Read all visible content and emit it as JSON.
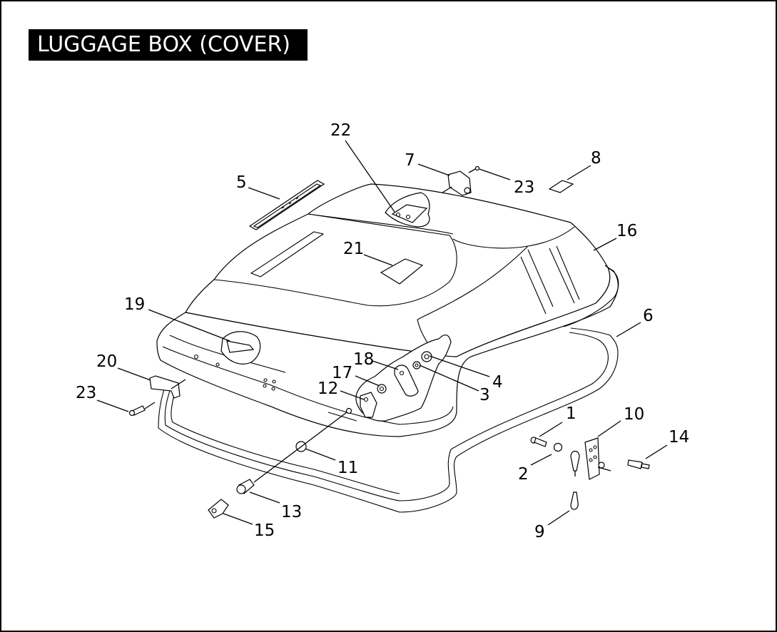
{
  "title": "LUGGAGE BOX (COVER)",
  "callouts": [
    {
      "id": "c1",
      "text": "1"
    },
    {
      "id": "c2",
      "text": "2"
    },
    {
      "id": "c3",
      "text": "3"
    },
    {
      "id": "c4",
      "text": "4"
    },
    {
      "id": "c5",
      "text": "5"
    },
    {
      "id": "c6",
      "text": "6"
    },
    {
      "id": "c7",
      "text": "7"
    },
    {
      "id": "c8",
      "text": "8"
    },
    {
      "id": "c9",
      "text": "9"
    },
    {
      "id": "c10",
      "text": "10"
    },
    {
      "id": "c11",
      "text": "11"
    },
    {
      "id": "c12",
      "text": "12"
    },
    {
      "id": "c13",
      "text": "13"
    },
    {
      "id": "c14",
      "text": "14"
    },
    {
      "id": "c15",
      "text": "15"
    },
    {
      "id": "c16",
      "text": "16"
    },
    {
      "id": "c17",
      "text": "17"
    },
    {
      "id": "c18",
      "text": "18"
    },
    {
      "id": "c19",
      "text": "19"
    },
    {
      "id": "c20",
      "text": "20"
    },
    {
      "id": "c21",
      "text": "21"
    },
    {
      "id": "c22",
      "text": "22"
    },
    {
      "id": "c23a",
      "text": "23"
    },
    {
      "id": "c23b",
      "text": "23"
    }
  ]
}
